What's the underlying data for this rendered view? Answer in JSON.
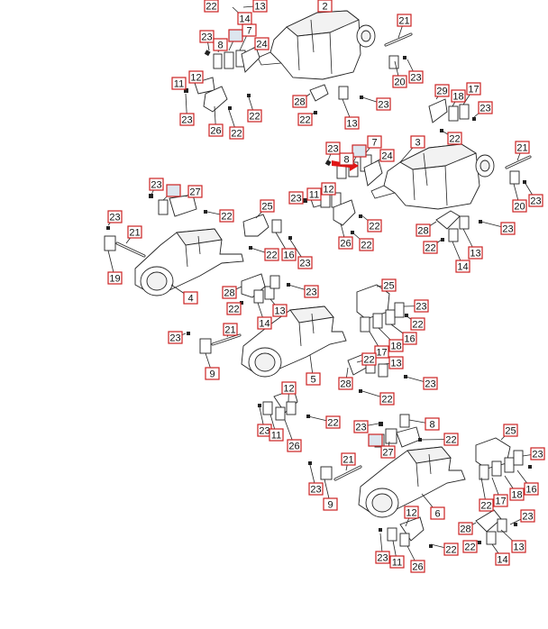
{
  "highlight_color": "#e01515",
  "callout_color": "#cc2222",
  "callouts": [
    {
      "id": "c1",
      "text": "22"
    },
    {
      "id": "c2",
      "text": "14"
    },
    {
      "id": "c3",
      "text": "13"
    },
    {
      "id": "c4",
      "text": "2"
    },
    {
      "id": "c5",
      "text": "21"
    },
    {
      "id": "c6",
      "text": "23"
    },
    {
      "id": "c7",
      "text": "8"
    },
    {
      "id": "c8",
      "text": ""
    },
    {
      "id": "c9",
      "text": "7"
    },
    {
      "id": "c10",
      "text": "24"
    },
    {
      "id": "c11",
      "text": "20"
    },
    {
      "id": "c12",
      "text": "23"
    },
    {
      "id": "c13",
      "text": "12"
    },
    {
      "id": "c14",
      "text": "11"
    },
    {
      "id": "c15",
      "text": "23"
    },
    {
      "id": "c16",
      "text": "26"
    },
    {
      "id": "c17",
      "text": "22"
    },
    {
      "id": "c18",
      "text": "22"
    },
    {
      "id": "c19",
      "text": "28"
    },
    {
      "id": "c20",
      "text": "22"
    },
    {
      "id": "c21",
      "text": "13"
    },
    {
      "id": "c22",
      "text": "23"
    },
    {
      "id": "c23",
      "text": "29"
    },
    {
      "id": "c24",
      "text": "18"
    },
    {
      "id": "c25",
      "text": "17"
    },
    {
      "id": "c26",
      "text": "23"
    },
    {
      "id": "c27",
      "text": "22"
    },
    {
      "id": "c28",
      "text": "3"
    },
    {
      "id": "c29",
      "text": "21"
    },
    {
      "id": "c30",
      "text": "7"
    },
    {
      "id": "c31",
      "text": ""
    },
    {
      "id": "c32",
      "text": "23"
    },
    {
      "id": "c33",
      "text": "8"
    },
    {
      "id": "c34",
      "text": "24"
    },
    {
      "id": "c35",
      "text": "23"
    },
    {
      "id": "c36",
      "text": "20"
    },
    {
      "id": "c37",
      "text": "23"
    },
    {
      "id": "c38",
      "text": ""
    },
    {
      "id": "c39",
      "text": "27"
    },
    {
      "id": "c40",
      "text": "12"
    },
    {
      "id": "c41",
      "text": "23"
    },
    {
      "id": "c42",
      "text": "11"
    },
    {
      "id": "c43",
      "text": "22"
    },
    {
      "id": "c44",
      "text": "23"
    },
    {
      "id": "c45",
      "text": "21"
    },
    {
      "id": "c46",
      "text": "22"
    },
    {
      "id": "c47",
      "text": "25"
    },
    {
      "id": "c48",
      "text": "26"
    },
    {
      "id": "c49",
      "text": "22"
    },
    {
      "id": "c50",
      "text": "28"
    },
    {
      "id": "c51",
      "text": "23"
    },
    {
      "id": "c52",
      "text": "22"
    },
    {
      "id": "c53",
      "text": "13"
    },
    {
      "id": "c54",
      "text": "14"
    },
    {
      "id": "c55",
      "text": "19"
    },
    {
      "id": "c56",
      "text": "22"
    },
    {
      "id": "c57",
      "text": "16"
    },
    {
      "id": "c58",
      "text": "23"
    },
    {
      "id": "c59",
      "text": "4"
    },
    {
      "id": "c60",
      "text": "28"
    },
    {
      "id": "c61",
      "text": "23"
    },
    {
      "id": "c62",
      "text": "22"
    },
    {
      "id": "c63",
      "text": "13"
    },
    {
      "id": "c64",
      "text": "14"
    },
    {
      "id": "c65",
      "text": "25"
    },
    {
      "id": "c66",
      "text": "23"
    },
    {
      "id": "c67",
      "text": "21"
    },
    {
      "id": "c68",
      "text": "23"
    },
    {
      "id": "c69",
      "text": "22"
    },
    {
      "id": "c70",
      "text": "16"
    },
    {
      "id": "c71",
      "text": "17"
    },
    {
      "id": "c72",
      "text": "18"
    },
    {
      "id": "c73",
      "text": "9"
    },
    {
      "id": "c74",
      "text": "5"
    },
    {
      "id": "c75",
      "text": "13"
    },
    {
      "id": "c76",
      "text": "22"
    },
    {
      "id": "c77",
      "text": "28"
    },
    {
      "id": "c78",
      "text": "23"
    },
    {
      "id": "c79",
      "text": "22"
    },
    {
      "id": "c80",
      "text": "12"
    },
    {
      "id": "c81",
      "text": "23"
    },
    {
      "id": "c82",
      "text": "11"
    },
    {
      "id": "c83",
      "text": "22"
    },
    {
      "id": "c84",
      "text": "26"
    },
    {
      "id": "c85",
      "text": "23"
    },
    {
      "id": "c86",
      "text": "8"
    },
    {
      "id": "c87",
      "text": ""
    },
    {
      "id": "c88",
      "text": "27"
    },
    {
      "id": "c89",
      "text": "22"
    },
    {
      "id": "c90",
      "text": "25"
    },
    {
      "id": "c91",
      "text": "23"
    },
    {
      "id": "c92",
      "text": "21"
    },
    {
      "id": "c93",
      "text": "23"
    },
    {
      "id": "c94",
      "text": "9"
    },
    {
      "id": "c95",
      "text": "16"
    },
    {
      "id": "c96",
      "text": "17"
    },
    {
      "id": "c97",
      "text": "18"
    },
    {
      "id": "c98",
      "text": "22"
    },
    {
      "id": "c99",
      "text": "12"
    },
    {
      "id": "c100",
      "text": "6"
    },
    {
      "id": "c101",
      "text": "23"
    },
    {
      "id": "c102",
      "text": "28"
    },
    {
      "id": "c103",
      "text": "22"
    },
    {
      "id": "c104",
      "text": "13"
    },
    {
      "id": "c105",
      "text": "23"
    },
    {
      "id": "c106",
      "text": "11"
    },
    {
      "id": "c107",
      "text": "22"
    },
    {
      "id": "c108",
      "text": "26"
    },
    {
      "id": "c109",
      "text": "14"
    }
  ]
}
